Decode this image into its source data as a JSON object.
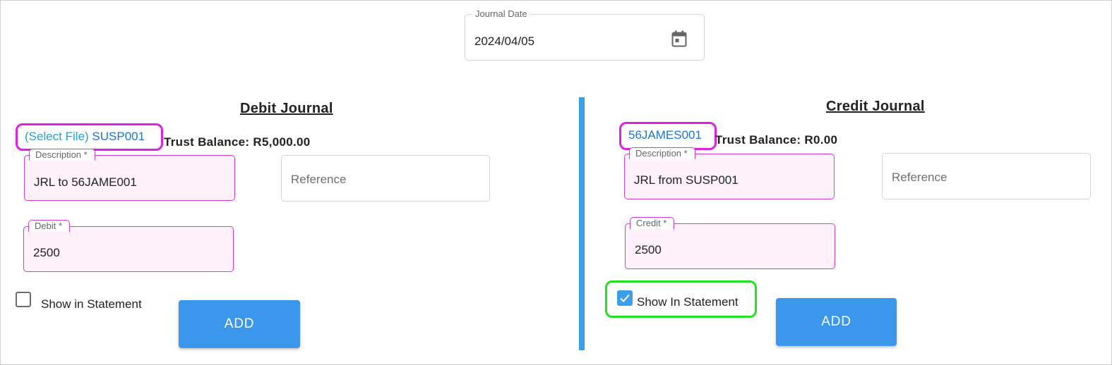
{
  "journal_date": {
    "label": "Journal Date",
    "value": "2024/04/05"
  },
  "debit": {
    "title": "Debit Journal",
    "file_prefix": "(Select File)",
    "file_code": "SUSP001",
    "trust_balance": "Trust Balance: R5,000.00",
    "description": {
      "label": "Description *",
      "value": "JRL to 56JAME001"
    },
    "reference": {
      "placeholder": "Reference"
    },
    "amount": {
      "label": "Debit *",
      "value": "2500"
    },
    "show_in_statement": {
      "label": "Show in Statement",
      "checked": false
    },
    "add_label": "ADD"
  },
  "credit": {
    "title": "Credit Journal",
    "file_code": "56JAMES001",
    "trust_balance": "Trust Balance: R0.00",
    "description": {
      "label": "Description *",
      "value": "JRL from SUSP001"
    },
    "reference": {
      "placeholder": "Reference"
    },
    "amount": {
      "label": "Credit *",
      "value": "2500"
    },
    "show_in_statement": {
      "label": "Show In Statement",
      "checked": true
    },
    "add_label": "ADD"
  },
  "colors": {
    "accent": "#3a97ec",
    "highlight_pink": "#e020e0",
    "highlight_green": "#22e022",
    "divider": "#3a9fe9"
  }
}
